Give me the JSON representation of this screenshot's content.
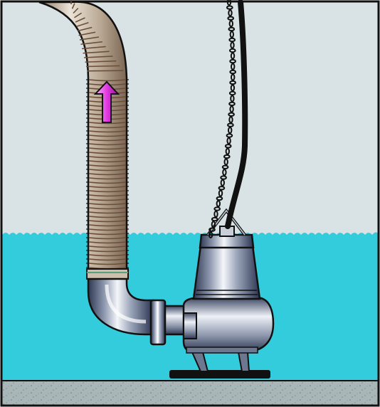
{
  "diagram": {
    "subject": "submersible-pump-installation",
    "components": [
      {
        "id": "sump-air",
        "kind": "background"
      },
      {
        "id": "water",
        "kind": "liquid"
      },
      {
        "id": "floor",
        "kind": "concrete-base"
      },
      {
        "id": "discharge-hose",
        "kind": "corrugated-hose"
      },
      {
        "id": "elbow",
        "kind": "pipe-bend"
      },
      {
        "id": "flange",
        "kind": "pipe-flange"
      },
      {
        "id": "pump",
        "kind": "submersible-pump"
      },
      {
        "id": "lifting-chain",
        "kind": "chain"
      },
      {
        "id": "power-cable",
        "kind": "cable"
      },
      {
        "id": "flow-arrow",
        "kind": "arrow",
        "direction": "up"
      }
    ]
  },
  "colors": {
    "air": "#d9e3e6",
    "water": "#33ccdd",
    "floor": "#a9b6b8",
    "outline": "#111111",
    "hose_fill": "#c7b8a2",
    "hose_rib": "#7a5c46",
    "steel_light": "#eef1f6",
    "steel_mid": "#9aa4b4",
    "steel_dark": "#3c4660",
    "arrow": "#d11fd1",
    "cable": "#111111"
  }
}
